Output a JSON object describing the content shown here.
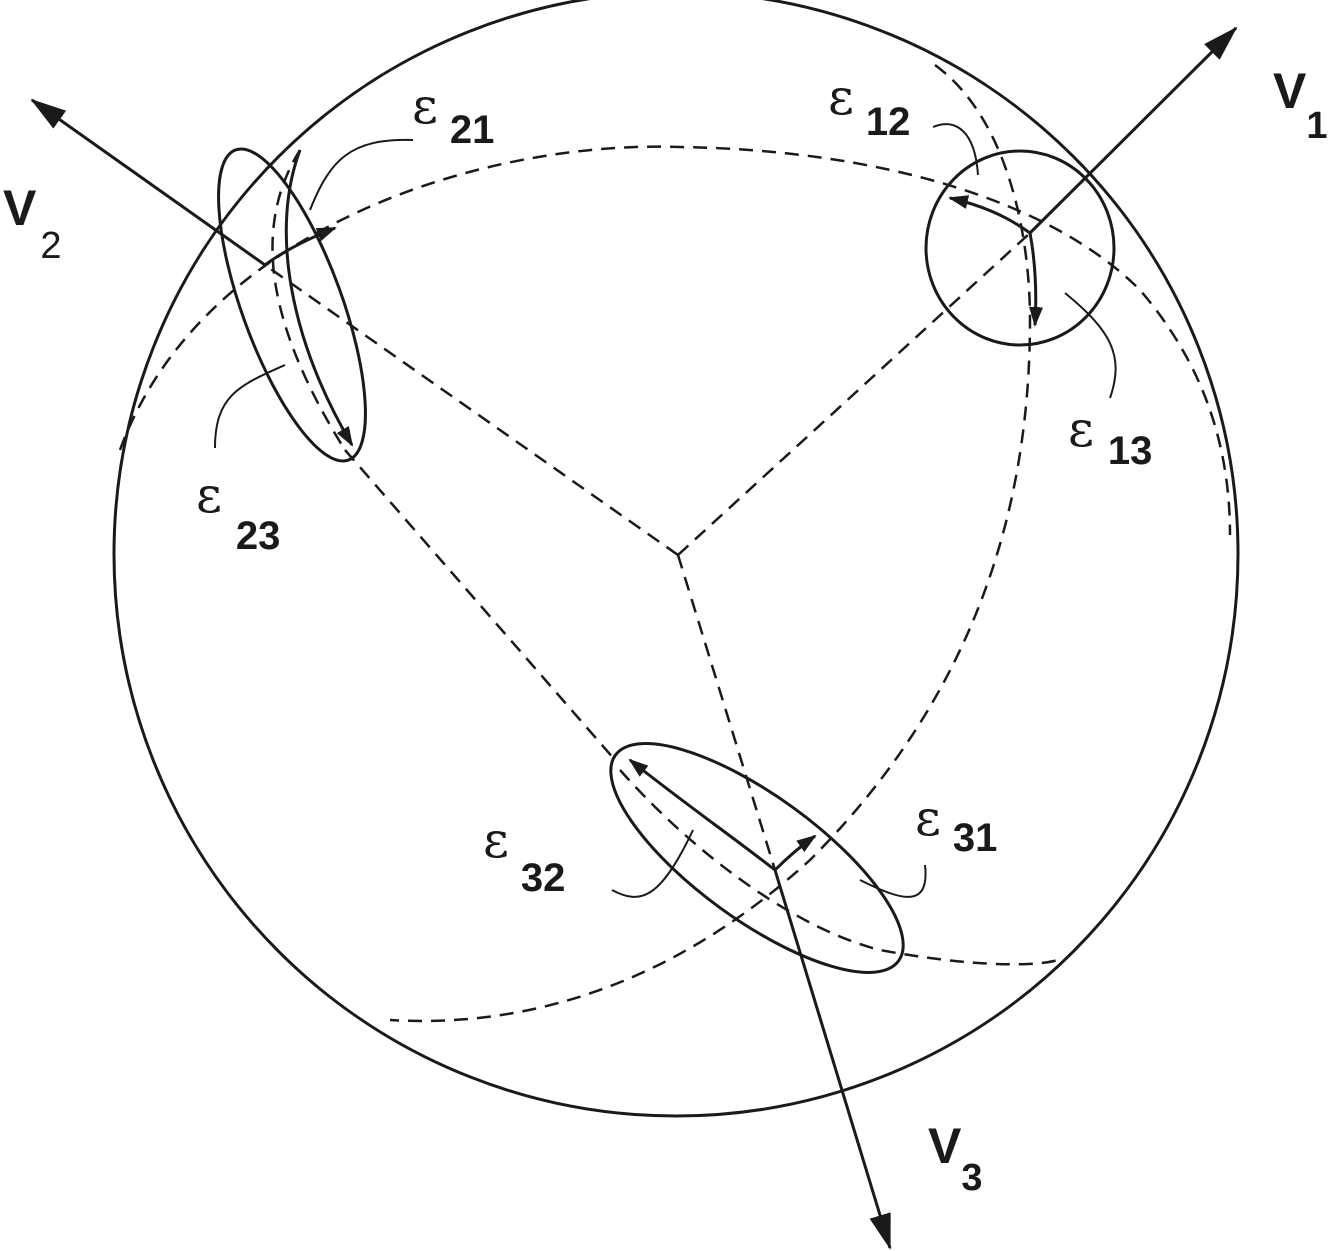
{
  "vectors": [
    {
      "id": "v1",
      "letter": "V",
      "sub": "1"
    },
    {
      "id": "v2",
      "letter": "V",
      "sub": "2"
    },
    {
      "id": "v3",
      "letter": "V",
      "sub": "3"
    }
  ],
  "errors": [
    {
      "id": "e12",
      "symbol": "ε",
      "sub": "12"
    },
    {
      "id": "e13",
      "symbol": "ε",
      "sub": "13"
    },
    {
      "id": "e21",
      "symbol": "ε",
      "sub": "21"
    },
    {
      "id": "e23",
      "symbol": "ε",
      "sub": "23"
    },
    {
      "id": "e31",
      "symbol": "ε",
      "sub": "31"
    },
    {
      "id": "e32",
      "symbol": "ε",
      "sub": "32"
    }
  ],
  "colors": {
    "ink": "#1a1a1a",
    "background": "#ffffff"
  }
}
